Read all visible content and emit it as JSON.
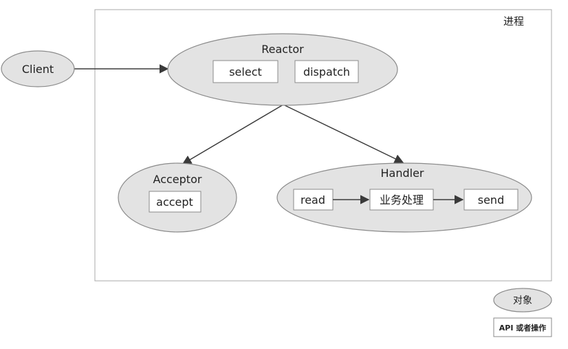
{
  "process_label": "进程",
  "nodes": {
    "client": "Client",
    "reactor": {
      "label": "Reactor",
      "select": "select",
      "dispatch": "dispatch"
    },
    "acceptor": {
      "label": "Acceptor",
      "accept": "accept"
    },
    "handler": {
      "label": "Handler",
      "read": "read",
      "business": "业务处理",
      "send": "send"
    }
  },
  "legend": {
    "object": "对象",
    "api": "API 或者操作"
  }
}
